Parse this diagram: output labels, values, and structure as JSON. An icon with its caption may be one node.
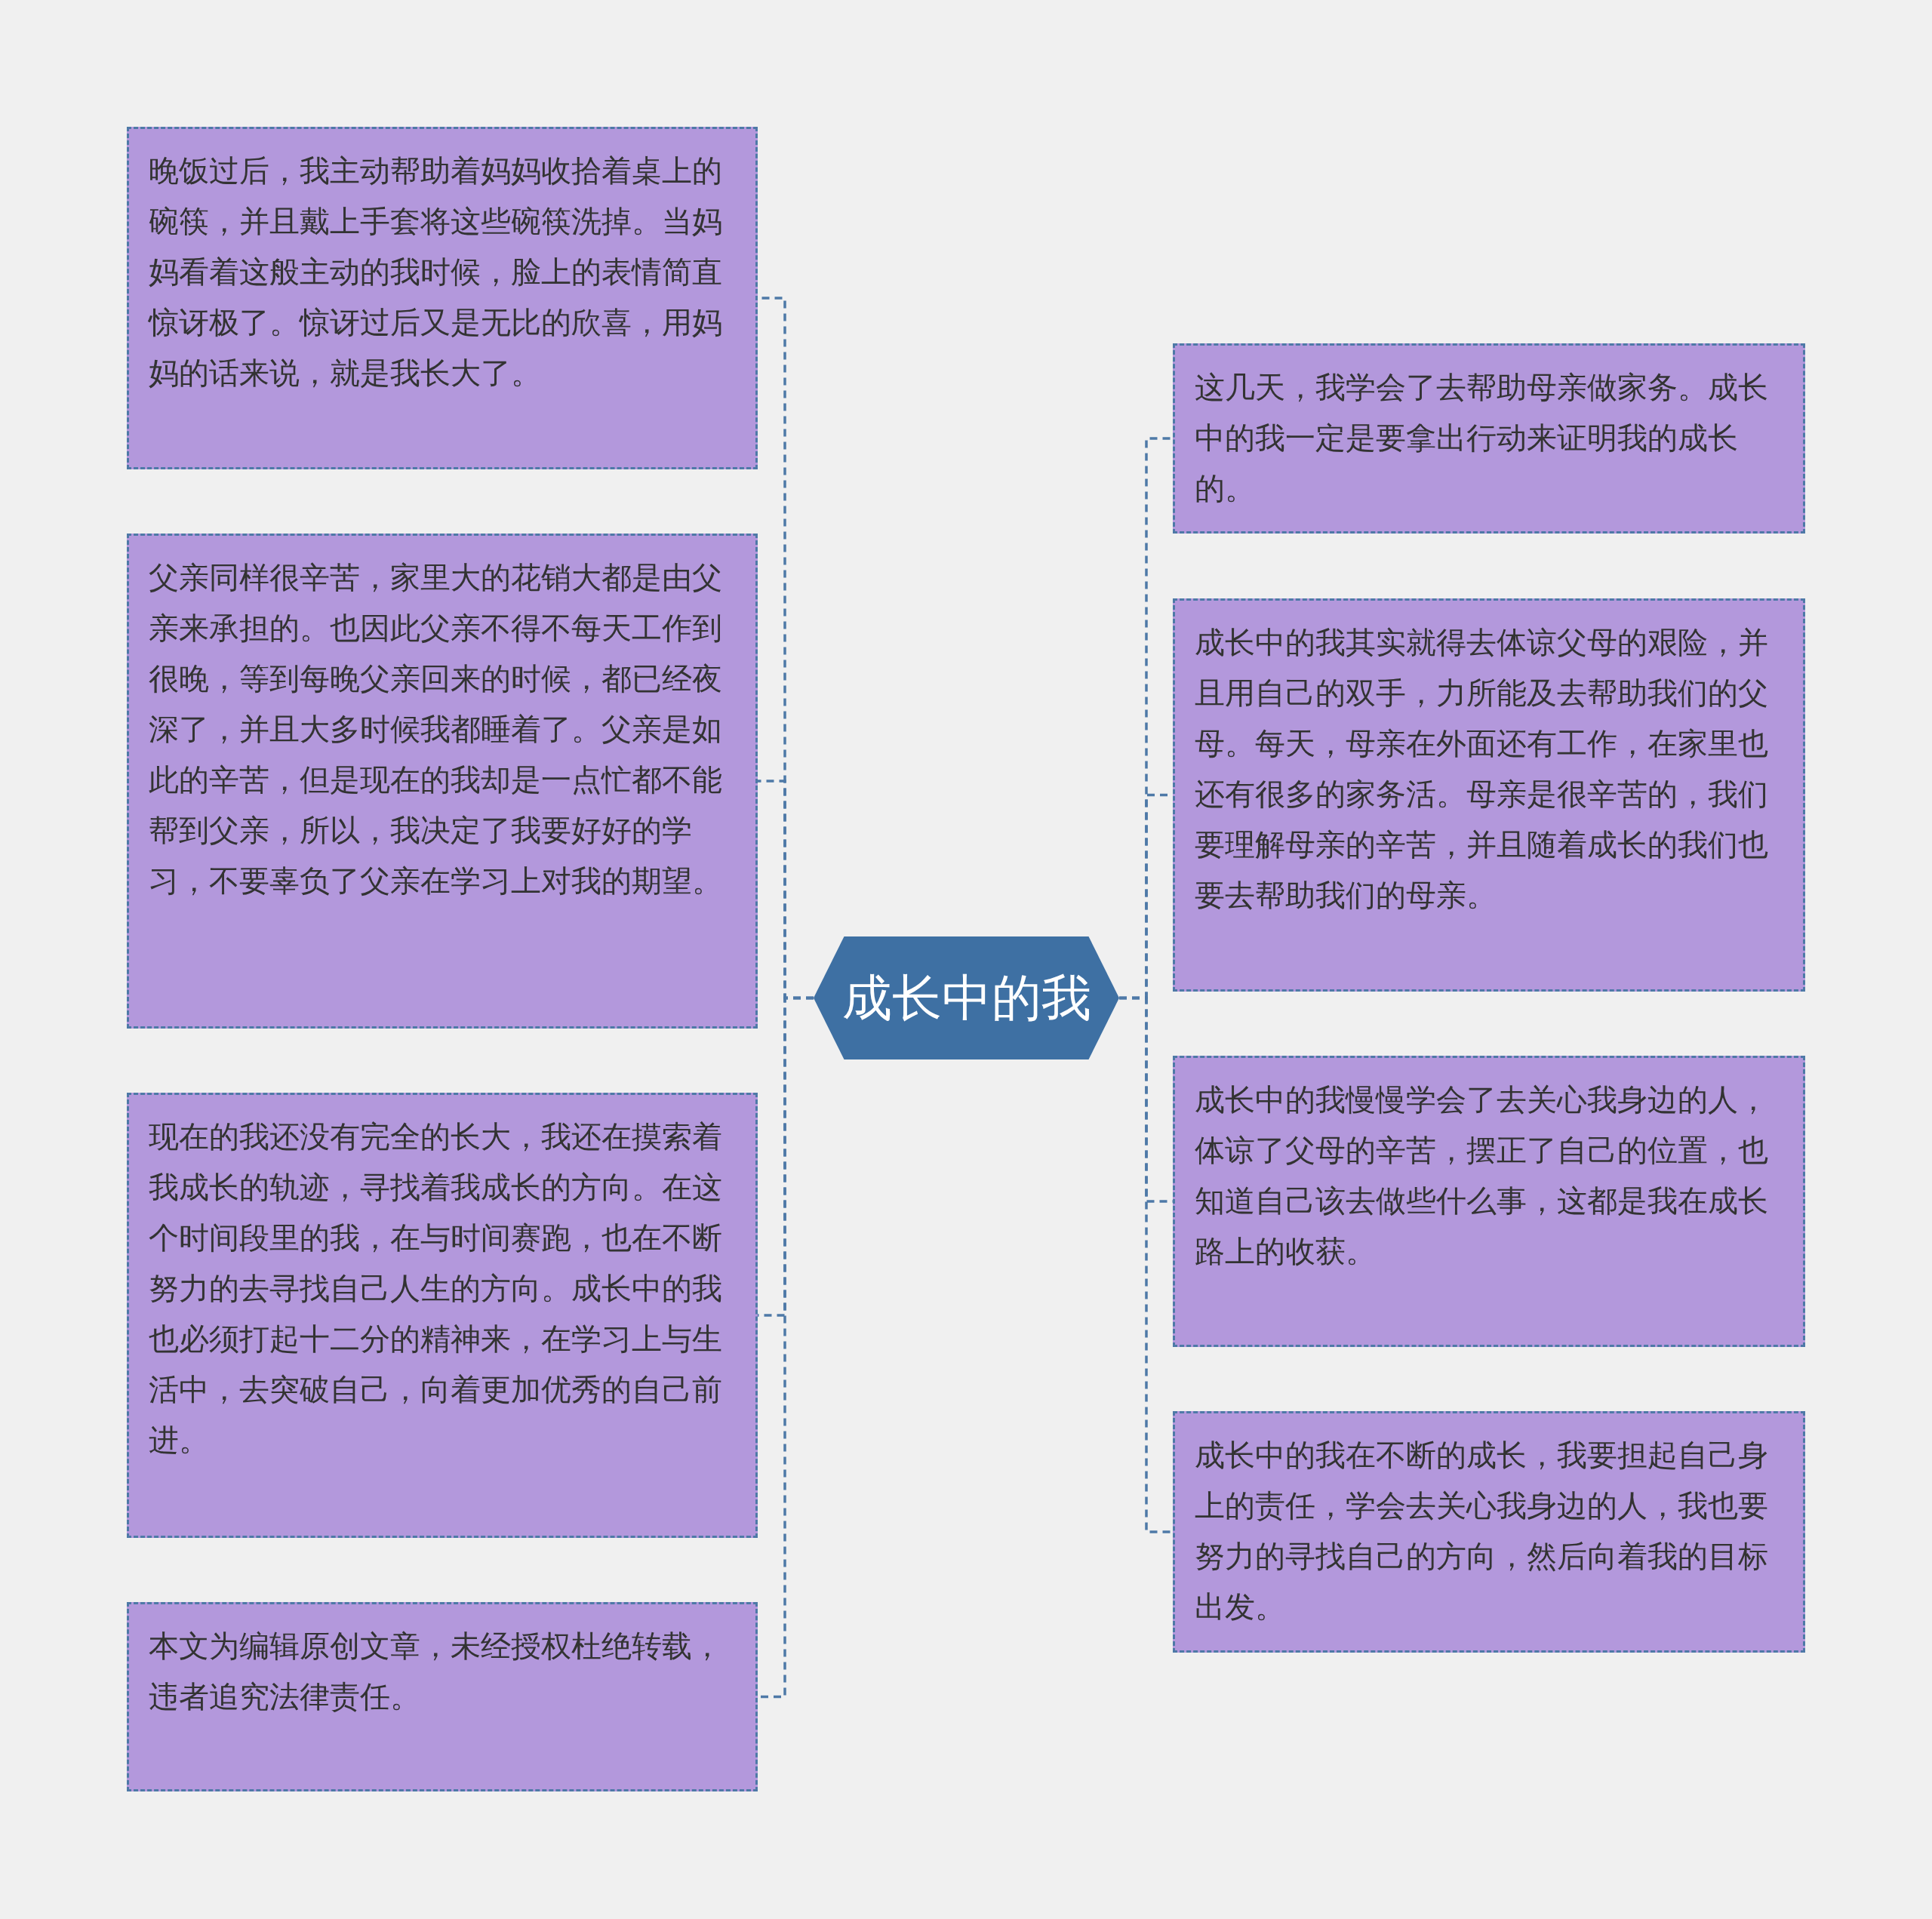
{
  "diagram": {
    "nodes": [
      {
        "text": [
          "成长中的我"
        ]
      },
      {
        "text": [
          "晚饭过后，我主动帮助着妈妈收拾着桌上的碗筷，并且戴上手套将这些碗筷洗掉。当妈妈看着这般主动的我时候，脸上的表情简直惊讶极了。惊讶过后又是无比的欣喜，用妈妈的话来说，就是我长大了。"
        ]
      },
      {
        "text": [
          "父亲同样很辛苦，家里大的花销大都是由父亲来承担的。也因此父亲不得不每天工作到很晚，等到每晚父亲回来的时候，都已经夜深了，并且大多时候我都睡着了。父亲是如此的辛苦，但是现在的我却是一点忙都不能帮到父亲，所以，我决定了我要好好的学习，不要辜负了父亲在学习上对我的期望。"
        ]
      },
      {
        "text": [
          "现在的我还没有完全的长大，我还在摸索着我成长的轨迹，寻找着我成长的方向。在这个时间段里的我，在与时间赛跑，也在不断努力的去寻找自己人生的方向。成长中的我也必须打起十二分的精神来，在学习上与生活中，去突破自己，向着更加优秀的自己前进。"
        ]
      },
      {
        "text": [
          "本文为编辑原创文章，未经授权杜绝转载，违者追究法律责任。"
        ]
      },
      {
        "text": [
          "这几天，我学会了去帮助母亲做家务。成长中的我一定是要拿出行动来证明我的成长的。"
        ]
      },
      {
        "text": [
          "成长中的我其实就得去体谅父母的艰险，并且用自己的双手，力所能及去帮助我们的父母。每天，母亲在外面还有工作，在家里也还有很多的家务活。母亲是很辛苦的，我们要理解母亲的辛苦，并且随着成长的我们也要去帮助我们的母亲。"
        ]
      },
      {
        "text": [
          "成长中的我慢慢学会了去关心我身边的人，体谅了父母的辛苦，摆正了自己的位置，也知道自己该去做些什么事，这都是我在成长路上的收获。"
        ]
      },
      {
        "text": [
          "成长中的我在不断的成长，我要担起自己身上的责任，学会去关心我身边的人，我也要努力的寻找自己的方向，然后向着我的目标出发。"
        ]
      }
    ],
    "edges": [
      {
        "from": 0,
        "to": 1,
        "arrow": "none",
        "style": "dashed"
      },
      {
        "from": 0,
        "to": 2,
        "arrow": "none",
        "style": "dashed"
      },
      {
        "from": 0,
        "to": 3,
        "arrow": "none",
        "style": "dashed"
      },
      {
        "from": 0,
        "to": 4,
        "arrow": "none",
        "style": "dashed"
      },
      {
        "from": 0,
        "to": 5,
        "arrow": "none",
        "style": "dashed"
      },
      {
        "from": 0,
        "to": 6,
        "arrow": "none",
        "style": "dashed"
      },
      {
        "from": 0,
        "to": 7,
        "arrow": "none",
        "style": "dashed"
      },
      {
        "from": 0,
        "to": 8,
        "arrow": "none",
        "style": "dashed"
      }
    ]
  }
}
